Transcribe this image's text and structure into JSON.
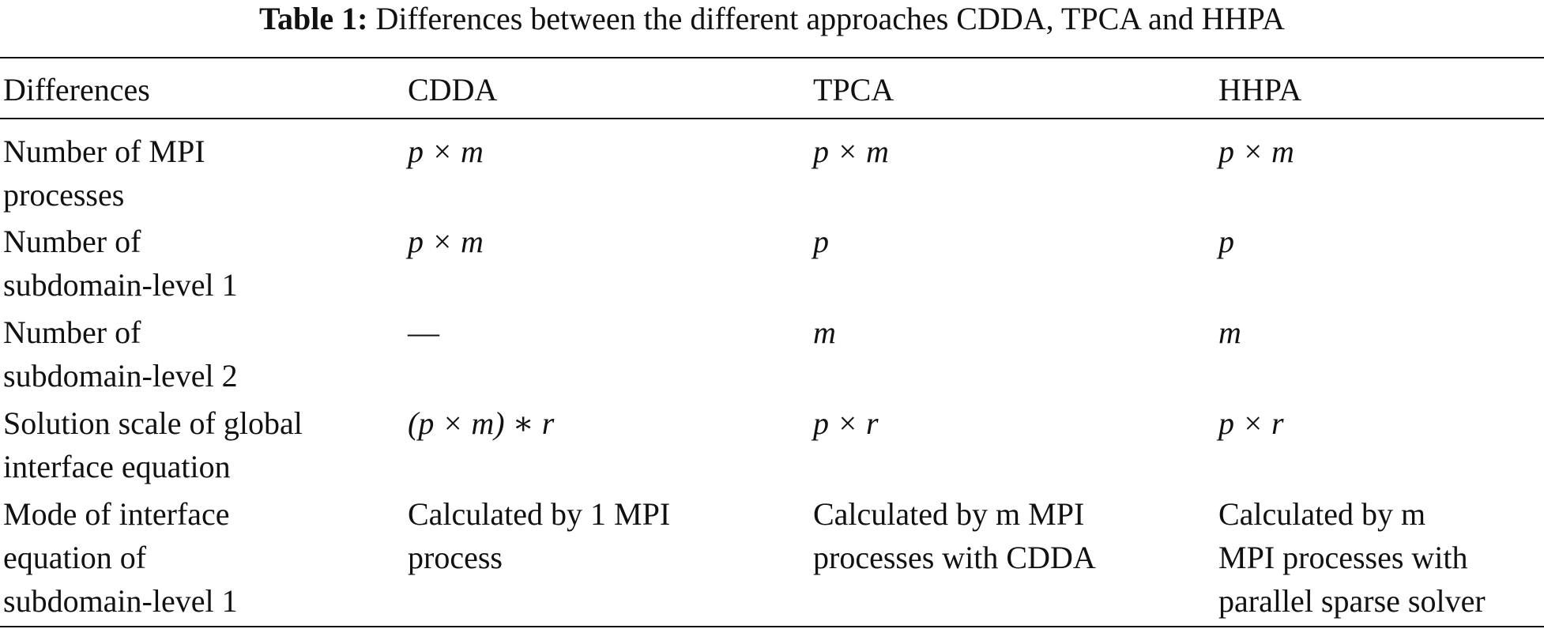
{
  "caption": {
    "label": "Table 1:",
    "text": "Differences between the different approaches CDDA, TPCA and HHPA"
  },
  "table": {
    "headers": [
      "Differences",
      "CDDA",
      "TPCA",
      "HHPA"
    ],
    "rows": [
      {
        "label": [
          "Number of MPI",
          "processes"
        ],
        "cdda": [
          "p × m"
        ],
        "tpca": [
          "p × m"
        ],
        "hhpa": [
          "p × m"
        ]
      },
      {
        "label": [
          "Number of",
          "subdomain-level 1"
        ],
        "cdda": [
          "p × m"
        ],
        "tpca": [
          "p"
        ],
        "hhpa": [
          "p"
        ]
      },
      {
        "label": [
          "Number of",
          "subdomain-level 2"
        ],
        "cdda": [
          "—"
        ],
        "tpca": [
          "m"
        ],
        "hhpa": [
          "m"
        ]
      },
      {
        "label": [
          "Solution scale of global",
          "interface equation"
        ],
        "cdda": [
          "(p × m) ∗ r"
        ],
        "tpca": [
          "p × r"
        ],
        "hhpa": [
          "p × r"
        ]
      },
      {
        "label": [
          "Mode of interface",
          "equation of",
          "subdomain-level 1"
        ],
        "cdda": [
          "Calculated by 1 MPI",
          "process"
        ],
        "tpca": [
          "Calculated by m MPI",
          "processes with CDDA"
        ],
        "hhpa": [
          "Calculated by m",
          "MPI processes with",
          "parallel sparse solver"
        ]
      }
    ]
  }
}
